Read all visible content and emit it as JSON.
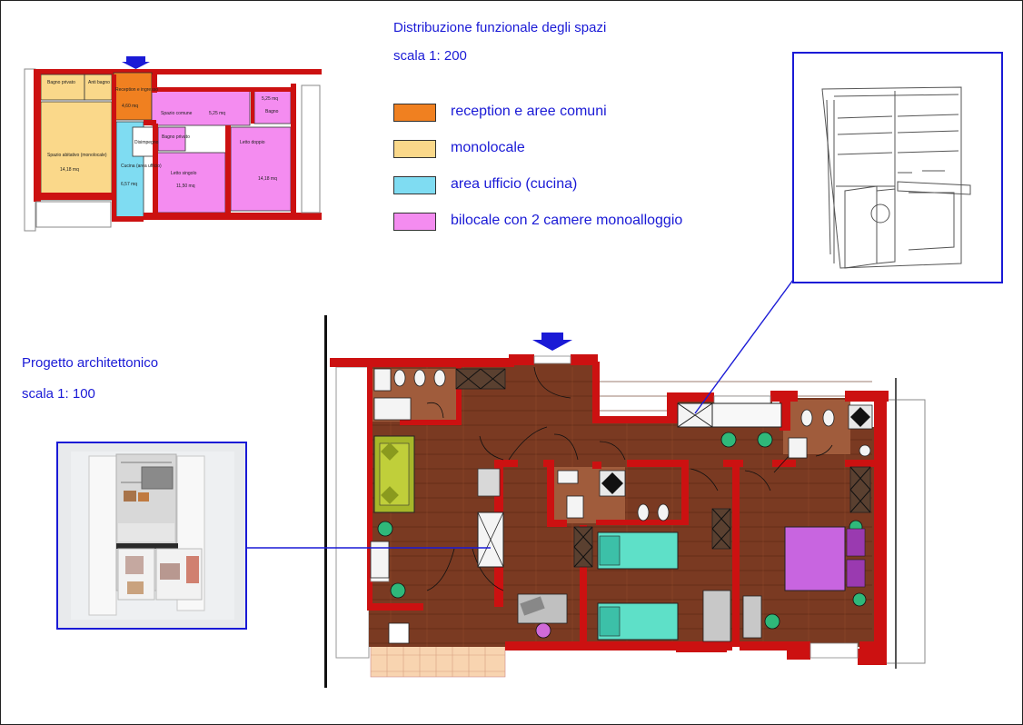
{
  "heading": {
    "title": "Distribuzione funzionale degli spazi",
    "scale": "scala 1: 200"
  },
  "legend": [
    {
      "label": "reception e aree comuni",
      "color": "#f08020"
    },
    {
      "label": "monolocale",
      "color": "#fad88a"
    },
    {
      "label": "area ufficio (cucina)",
      "color": "#7fdcf2"
    },
    {
      "label": "bilocale con 2 camere monoalloggio",
      "color": "#f48cf0"
    }
  ],
  "project": {
    "title": "Progetto architettonico",
    "scale": "scala 1: 100"
  },
  "small_plan": {
    "rooms": [
      {
        "name": "Bagno privato"
      },
      {
        "name": "Anti bagno"
      },
      {
        "name": "Reception e ingresso",
        "area": "4,60 mq"
      },
      {
        "name": "Spazio comune",
        "area": "5,25 mq"
      },
      {
        "name": "Bagno",
        "area": "5,25 mq"
      },
      {
        "name": "Spazio abitativo (monolocale)",
        "area": "14,18 mq"
      },
      {
        "name": "Cucina (area ufficio)",
        "area": "6,57 mq"
      },
      {
        "name": "Disimpegno"
      },
      {
        "name": "Bagno privato"
      },
      {
        "name": "Letto singolo",
        "area": "11,50 mq"
      },
      {
        "name": "Letto doppio",
        "area": "14,18 mq"
      }
    ]
  },
  "colors": {
    "accent_blue": "#1a1ad6",
    "wall_red": "#cc1111",
    "floor_wood": "#7a3a22",
    "bed_teal": "#5ee0c8",
    "bed_double": "#c865e0"
  }
}
